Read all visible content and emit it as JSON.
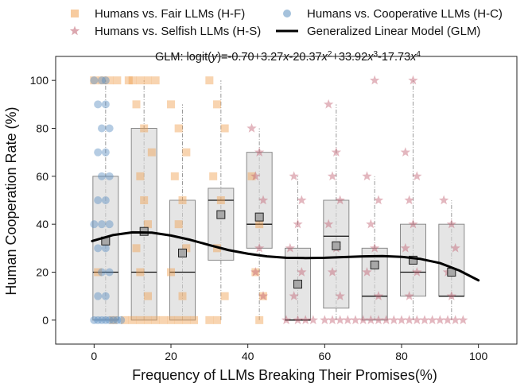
{
  "chart_data": {
    "type": "box",
    "subtitle": "GLM: logit(y)=-0.70+3.27x-20.37x²+33.92x³-17.73x⁴",
    "xlabel": "Frequency of LLMs Breaking Their Promises(%)",
    "ylabel": "Human Cooperation Rate (%)",
    "xlim": [
      -10,
      110
    ],
    "ylim": [
      -10,
      110
    ],
    "x_ticks": [
      0,
      20,
      40,
      60,
      80,
      100
    ],
    "y_ticks": [
      0,
      20,
      40,
      60,
      80,
      100
    ],
    "grid": false,
    "legend_position": "top",
    "legend": [
      {
        "label": "Humans vs. Fair LLMs (H-F)",
        "marker": "square",
        "color": "#f0a050"
      },
      {
        "label": "Humans vs. Cooperative LLMs (H-C)",
        "marker": "circle",
        "color": "#5b8fc0"
      },
      {
        "label": "Humans vs. Selfish LLMs (H-S)",
        "marker": "star",
        "color": "#c06070"
      },
      {
        "label": "Generalized Linear Model (GLM)",
        "marker": "line",
        "color": "#000000"
      }
    ],
    "boxes": [
      {
        "x": 3,
        "q1": 0,
        "median": 20,
        "q3": 60,
        "whisker_low": 0,
        "whisker_high": 100,
        "mean": 33
      },
      {
        "x": 13,
        "q1": 0,
        "median": 20,
        "q3": 80,
        "whisker_low": 0,
        "whisker_high": 100,
        "mean": 37
      },
      {
        "x": 23,
        "q1": 0,
        "median": 20,
        "q3": 50,
        "whisker_low": 0,
        "whisker_high": 90,
        "mean": 28
      },
      {
        "x": 33,
        "q1": 25,
        "median": 50,
        "q3": 55,
        "whisker_low": 0,
        "whisker_high": 100,
        "mean": 44
      },
      {
        "x": 43,
        "q1": 30,
        "median": 40,
        "q3": 70,
        "whisker_low": 0,
        "whisker_high": 80,
        "mean": 43
      },
      {
        "x": 53,
        "q1": 0,
        "median": 0,
        "q3": 30,
        "whisker_low": 0,
        "whisker_high": 60,
        "mean": 15
      },
      {
        "x": 63,
        "q1": 5,
        "median": 35,
        "q3": 50,
        "whisker_low": 0,
        "whisker_high": 90,
        "mean": 31
      },
      {
        "x": 73,
        "q1": 0,
        "median": 10,
        "q3": 30,
        "whisker_low": 0,
        "whisker_high": 60,
        "mean": 23
      },
      {
        "x": 83,
        "q1": 10,
        "median": 20,
        "q3": 40,
        "whisker_low": 0,
        "whisker_high": 100,
        "mean": 25
      },
      {
        "x": 93,
        "q1": 10,
        "median": 10,
        "q3": 40,
        "whisker_low": 0,
        "whisker_high": 50,
        "mean": 20
      }
    ],
    "series": [
      {
        "marker": "square",
        "color": "#f0a050",
        "points": [
          [
            0,
            100
          ],
          [
            2,
            100
          ],
          [
            4,
            100
          ],
          [
            6,
            100
          ],
          [
            9,
            100
          ],
          [
            1,
            20
          ],
          [
            5,
            0
          ],
          [
            8,
            0
          ],
          [
            10,
            100
          ],
          [
            12,
            100
          ],
          [
            14,
            100
          ],
          [
            16,
            100
          ],
          [
            11,
            90
          ],
          [
            13,
            80
          ],
          [
            15,
            70
          ],
          [
            12,
            60
          ],
          [
            13,
            50
          ],
          [
            14,
            40
          ],
          [
            11,
            30
          ],
          [
            12,
            20
          ],
          [
            14,
            10
          ],
          [
            10,
            0
          ],
          [
            12,
            0
          ],
          [
            14,
            0
          ],
          [
            16,
            0
          ],
          [
            18,
            0
          ],
          [
            20,
            90
          ],
          [
            22,
            80
          ],
          [
            24,
            70
          ],
          [
            21,
            60
          ],
          [
            23,
            50
          ],
          [
            22,
            40
          ],
          [
            24,
            30
          ],
          [
            20,
            20
          ],
          [
            23,
            10
          ],
          [
            20,
            0
          ],
          [
            22,
            0
          ],
          [
            24,
            0
          ],
          [
            26,
            0
          ],
          [
            30,
            100
          ],
          [
            32,
            90
          ],
          [
            34,
            80
          ],
          [
            31,
            60
          ],
          [
            33,
            50
          ],
          [
            32,
            30
          ],
          [
            34,
            10
          ],
          [
            30,
            0
          ],
          [
            32,
            0
          ],
          [
            41,
            60
          ],
          [
            43,
            40
          ],
          [
            42,
            20
          ],
          [
            44,
            10
          ],
          [
            43,
            0
          ]
        ]
      },
      {
        "marker": "circle",
        "color": "#5b8fc0",
        "points": [
          [
            0,
            100
          ],
          [
            2,
            100
          ],
          [
            3,
            100
          ],
          [
            1,
            90
          ],
          [
            3,
            90
          ],
          [
            2,
            80
          ],
          [
            4,
            80
          ],
          [
            1,
            70
          ],
          [
            3,
            70
          ],
          [
            2,
            60
          ],
          [
            4,
            60
          ],
          [
            1,
            50
          ],
          [
            3,
            50
          ],
          [
            0,
            40
          ],
          [
            2,
            40
          ],
          [
            4,
            40
          ],
          [
            1,
            30
          ],
          [
            3,
            30
          ],
          [
            2,
            20
          ],
          [
            4,
            20
          ],
          [
            1,
            10
          ],
          [
            3,
            10
          ],
          [
            0,
            0
          ],
          [
            1,
            0
          ],
          [
            2,
            0
          ],
          [
            3,
            0
          ],
          [
            4,
            0
          ],
          [
            5,
            0
          ],
          [
            6,
            0
          ],
          [
            7,
            0
          ]
        ]
      },
      {
        "marker": "star",
        "color": "#c06070",
        "points": [
          [
            41,
            80
          ],
          [
            43,
            70
          ],
          [
            42,
            60
          ],
          [
            44,
            50
          ],
          [
            43,
            30
          ],
          [
            42,
            20
          ],
          [
            44,
            10
          ],
          [
            52,
            60
          ],
          [
            54,
            50
          ],
          [
            53,
            40
          ],
          [
            51,
            30
          ],
          [
            54,
            20
          ],
          [
            52,
            10
          ],
          [
            50,
            0
          ],
          [
            53,
            0
          ],
          [
            55,
            0
          ],
          [
            57,
            0
          ],
          [
            61,
            90
          ],
          [
            63,
            70
          ],
          [
            62,
            60
          ],
          [
            64,
            50
          ],
          [
            61,
            40
          ],
          [
            63,
            30
          ],
          [
            62,
            20
          ],
          [
            64,
            10
          ],
          [
            60,
            0
          ],
          [
            62,
            0
          ],
          [
            64,
            0
          ],
          [
            66,
            0
          ],
          [
            68,
            0
          ],
          [
            73,
            100
          ],
          [
            71,
            60
          ],
          [
            74,
            50
          ],
          [
            72,
            40
          ],
          [
            73,
            30
          ],
          [
            71,
            20
          ],
          [
            74,
            10
          ],
          [
            70,
            0
          ],
          [
            72,
            0
          ],
          [
            74,
            0
          ],
          [
            76,
            0
          ],
          [
            78,
            0
          ],
          [
            83,
            100
          ],
          [
            81,
            70
          ],
          [
            84,
            60
          ],
          [
            82,
            50
          ],
          [
            83,
            40
          ],
          [
            81,
            30
          ],
          [
            84,
            20
          ],
          [
            82,
            10
          ],
          [
            80,
            0
          ],
          [
            82,
            0
          ],
          [
            84,
            0
          ],
          [
            86,
            0
          ],
          [
            88,
            0
          ],
          [
            91,
            50
          ],
          [
            93,
            40
          ],
          [
            94,
            30
          ],
          [
            92,
            20
          ],
          [
            93,
            10
          ],
          [
            90,
            0
          ],
          [
            92,
            0
          ],
          [
            94,
            0
          ],
          [
            96,
            0
          ]
        ]
      }
    ],
    "glm_curve": {
      "name": "Generalized Linear Model (GLM)",
      "x": [
        -0.5,
        5,
        10,
        15,
        20,
        25,
        30,
        35,
        40,
        45,
        50,
        55,
        60,
        65,
        70,
        75,
        80,
        85,
        90,
        95,
        100
      ],
      "y": [
        33,
        35.5,
        36.6,
        36.5,
        35.3,
        33.5,
        31.3,
        29.2,
        27.7,
        26.6,
        26.0,
        25.9,
        26.0,
        26.3,
        26.6,
        26.7,
        26.4,
        25.5,
        23.8,
        20.7,
        16.6
      ]
    }
  }
}
